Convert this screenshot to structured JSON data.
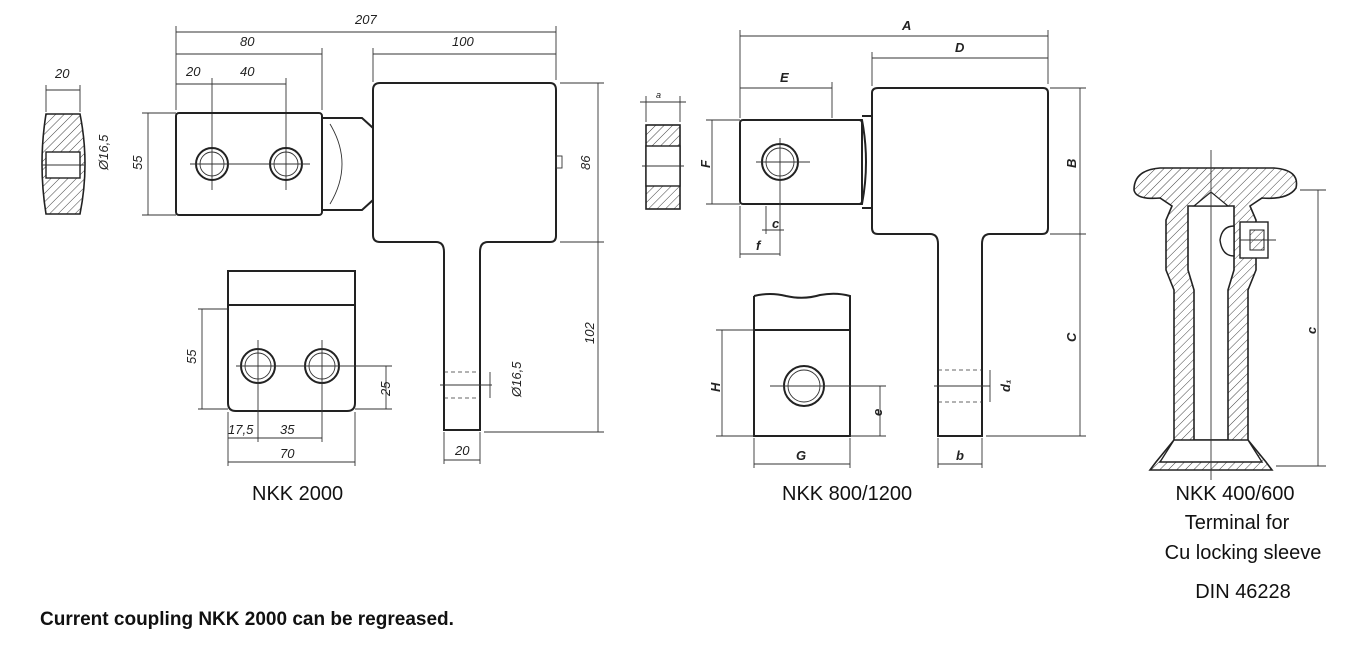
{
  "nkk2000": {
    "caption": "NKK 2000",
    "dims": {
      "total": "207",
      "left80": "80",
      "right100": "100",
      "w20a": "20",
      "w20b": "20",
      "w40": "40",
      "h55": "55",
      "h86": "86",
      "d165a": "Ø16,5",
      "d165b": "Ø16,5",
      "h102": "102",
      "w20c": "20",
      "h55b": "55",
      "h25": "25",
      "w175": "17,5",
      "w35": "35",
      "w70": "70"
    }
  },
  "nkk800": {
    "caption": "NKK 800/1200",
    "dims": {
      "A": "A",
      "D": "D",
      "E": "E",
      "a": "a",
      "F": "F",
      "B": "B",
      "c": "c",
      "f": "f",
      "C": "C",
      "H": "H",
      "e": "e",
      "d": "d₁",
      "G": "G",
      "b": "b"
    }
  },
  "nkk400": {
    "caption1": "NKK 400/600",
    "caption2": "Terminal for",
    "caption3": "Cu locking sleeve",
    "caption4": "DIN 46228",
    "dims": {
      "c": "c"
    }
  },
  "footer_note": "Current coupling NKK 2000 can be regreased."
}
